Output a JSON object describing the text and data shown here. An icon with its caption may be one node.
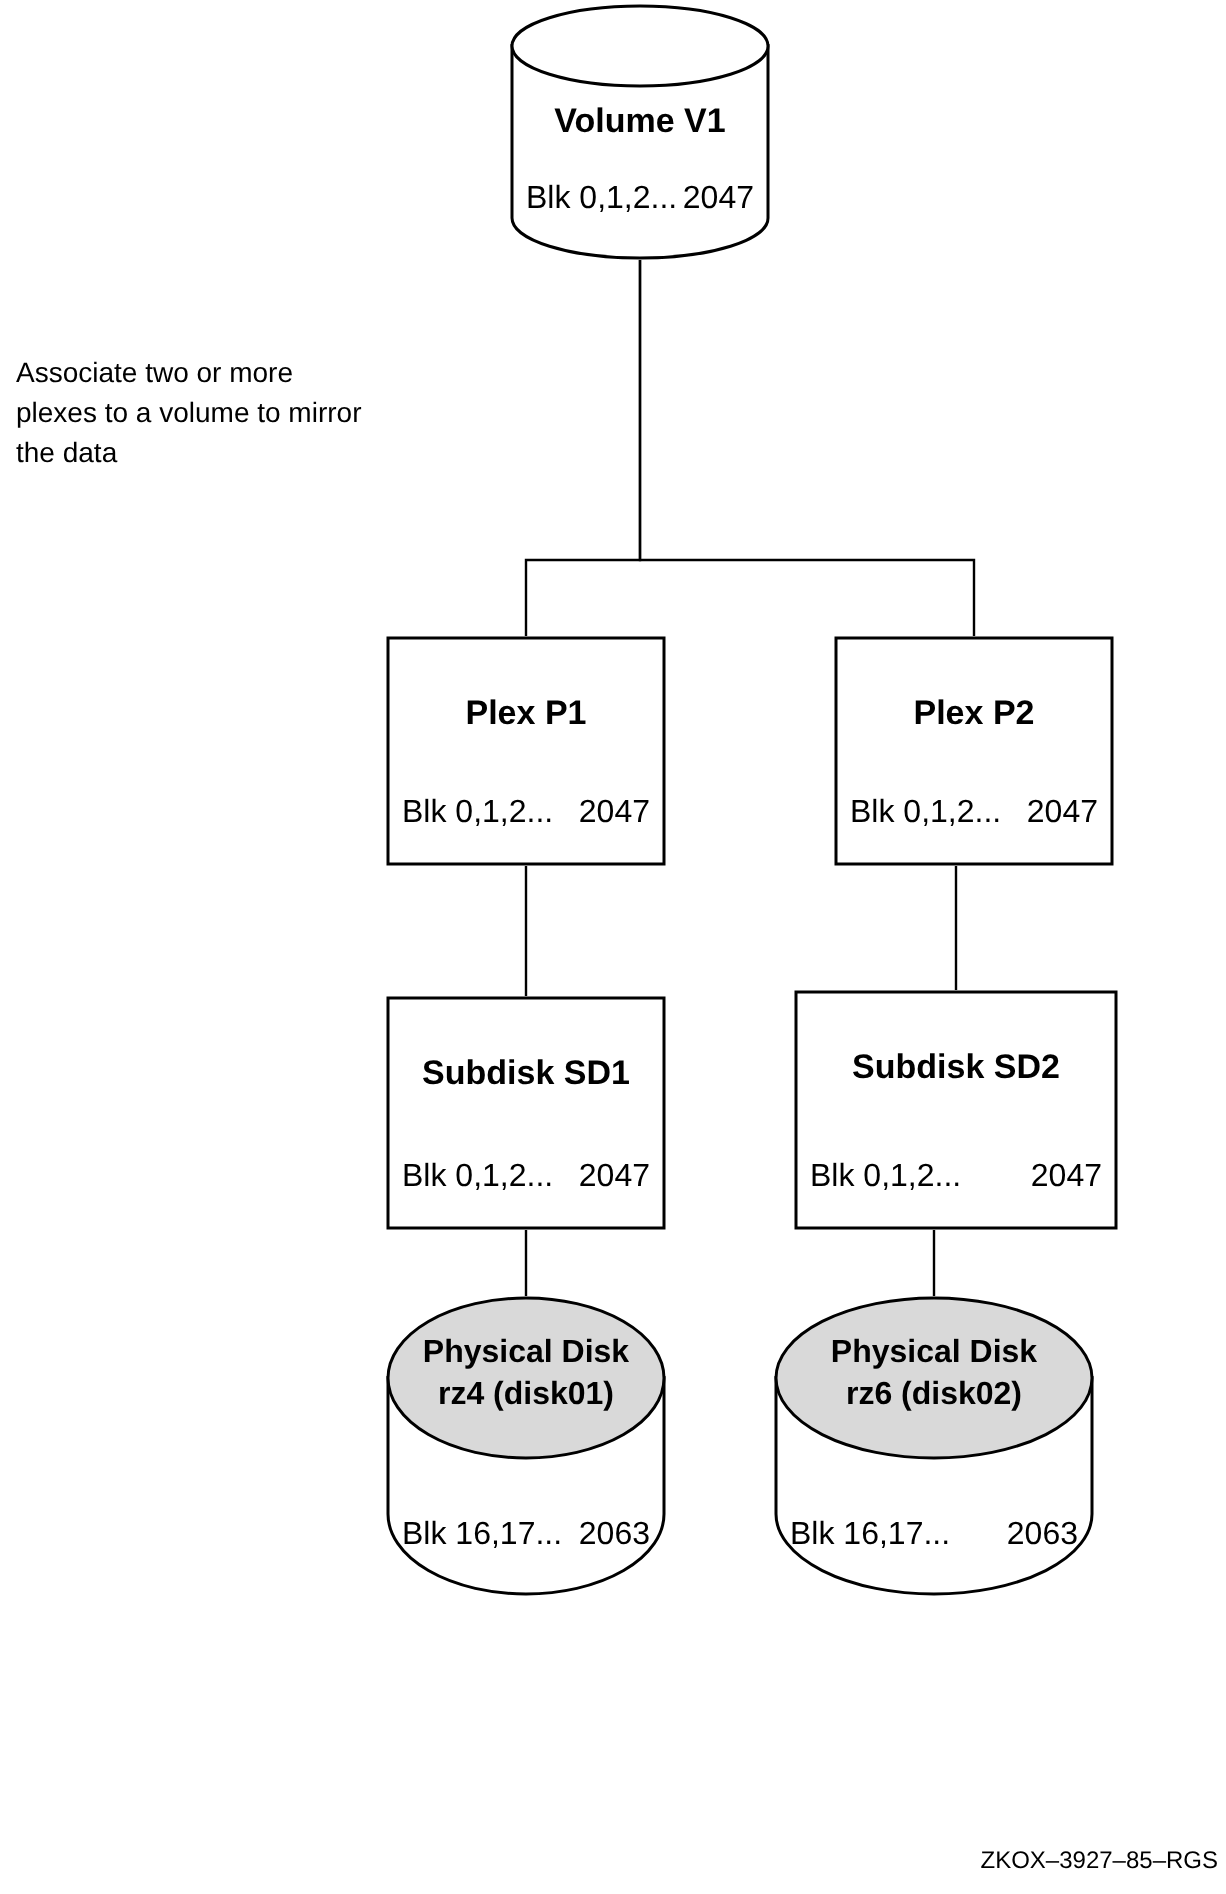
{
  "diagram": {
    "nodes": [
      {
        "text": [
          "Volume V1",
          "Blk 0,1,2...",
          "2047"
        ]
      },
      {
        "text": [
          "Plex P1",
          "Blk 0,1,2...",
          "2047"
        ]
      },
      {
        "text": [
          "Plex P2",
          "Blk 0,1,2...",
          "2047"
        ]
      },
      {
        "text": [
          "Subdisk SD1",
          "Blk 0,1,2...",
          "2047"
        ]
      },
      {
        "text": [
          "Subdisk SD2",
          "Blk 0,1,2...",
          "2047"
        ]
      },
      {
        "text": [
          "Physical Disk rz4 (disk01)",
          "Blk 16,17...",
          "2063"
        ]
      },
      {
        "text": [
          "Physical Disk rz6 (disk02)",
          "Blk 16,17...",
          "2063"
        ]
      }
    ],
    "edges": [
      {
        "from": 0,
        "to": 1,
        "arrow": "none"
      },
      {
        "from": 0,
        "to": 2,
        "arrow": "none"
      },
      {
        "from": 1,
        "to": 3,
        "arrow": "none"
      },
      {
        "from": 2,
        "to": 4,
        "arrow": "none"
      },
      {
        "from": 3,
        "to": 5,
        "arrow": "none"
      },
      {
        "from": 4,
        "to": 6,
        "arrow": "none"
      }
    ],
    "labels": [
      "Associate two or more plexes to a volume to mirror the data",
      "ZKOX–3927–85–RGS"
    ]
  }
}
